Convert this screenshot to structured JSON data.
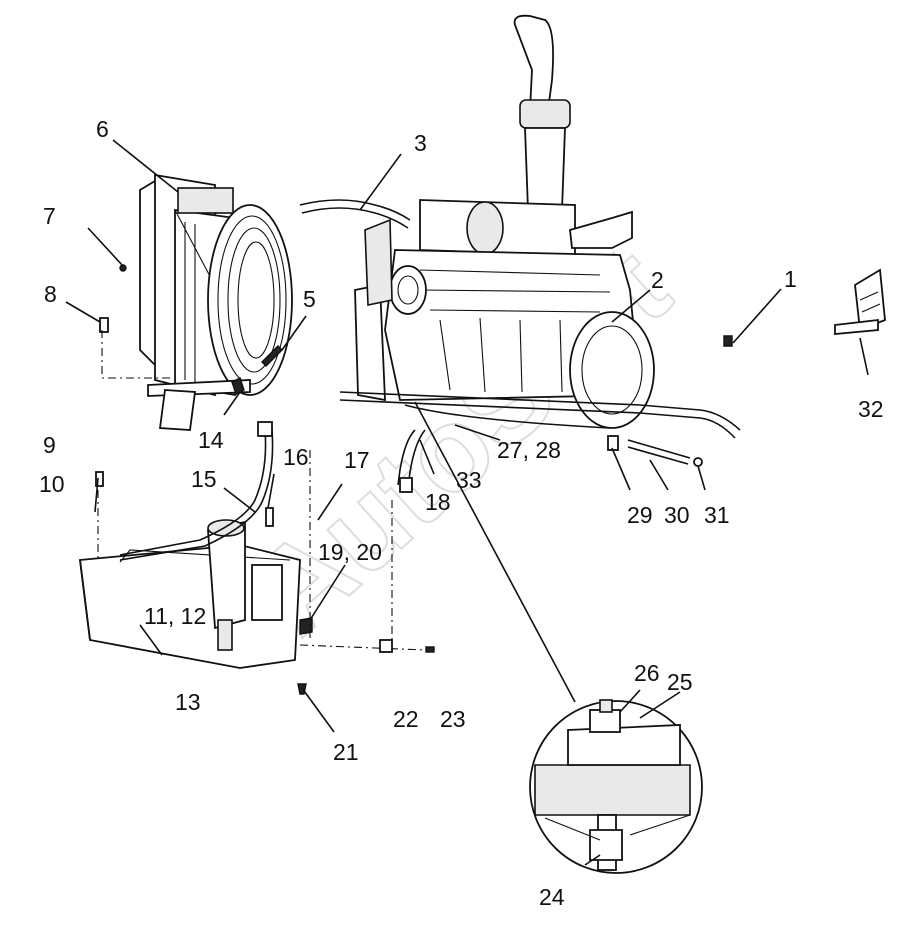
{
  "diagram": {
    "callouts": [
      {
        "id": "c1",
        "text": "1"
      },
      {
        "id": "c2",
        "text": "2"
      },
      {
        "id": "c3",
        "text": "3"
      },
      {
        "id": "c5",
        "text": "5"
      },
      {
        "id": "c6",
        "text": "6"
      },
      {
        "id": "c7",
        "text": "7"
      },
      {
        "id": "c8",
        "text": "8"
      },
      {
        "id": "c9",
        "text": "9"
      },
      {
        "id": "c10",
        "text": "10"
      },
      {
        "id": "c11_12",
        "text": "11, 12"
      },
      {
        "id": "c13",
        "text": "13"
      },
      {
        "id": "c14",
        "text": "14"
      },
      {
        "id": "c15",
        "text": "15"
      },
      {
        "id": "c16",
        "text": "16"
      },
      {
        "id": "c17",
        "text": "17"
      },
      {
        "id": "c18",
        "text": "18"
      },
      {
        "id": "c19_20",
        "text": "19, 20"
      },
      {
        "id": "c21",
        "text": "21"
      },
      {
        "id": "c22",
        "text": "22"
      },
      {
        "id": "c23",
        "text": "23"
      },
      {
        "id": "c24",
        "text": "24"
      },
      {
        "id": "c25",
        "text": "25"
      },
      {
        "id": "c26",
        "text": "26"
      },
      {
        "id": "c27_28",
        "text": "27, 28"
      },
      {
        "id": "c29",
        "text": "29"
      },
      {
        "id": "c30",
        "text": "30"
      },
      {
        "id": "c31",
        "text": "31"
      },
      {
        "id": "c32",
        "text": "32"
      },
      {
        "id": "c33",
        "text": "33"
      }
    ],
    "watermark": "AutoSoft"
  }
}
